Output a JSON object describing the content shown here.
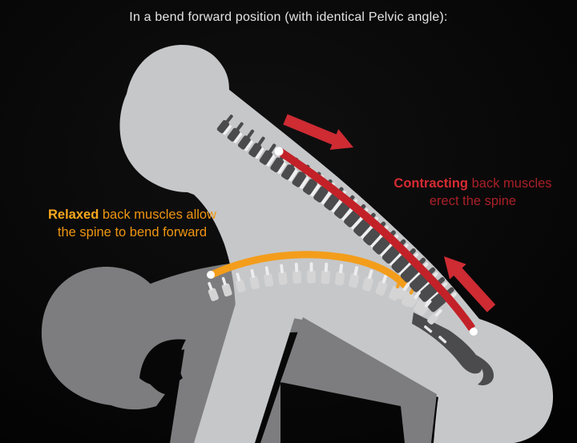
{
  "title": "In a bend forward position (with identical Pelvic angle):",
  "left_label": {
    "emphasis": "Relaxed",
    "rest": " back muscles allow",
    "line2": "the spine to bend forward"
  },
  "right_label": {
    "emphasis": "Contracting",
    "rest": " back muscles",
    "line2": "erect the spine"
  },
  "figures": {
    "relaxed_figure": "dark gray silhouette bent fully forward",
    "erect_figure": "light gray silhouette with contracted back muscles",
    "relaxed_muscle_band": "orange curve along relaxed spine",
    "contracting_muscle_band": "red curve along erect spine"
  },
  "colors": {
    "bg": "#0a0a0a",
    "light_body": "#c6c7c9",
    "dark_body": "#7d7d7f",
    "vert_dark": "#4b4b4d",
    "vert_light": "#d4d4d5",
    "vert_white": "#ededee",
    "disc_white": "#efefef",
    "red_band": "#c32128",
    "arrow_red": "#ce2b33",
    "orange_band": "#f39d1b",
    "orange_proc": "#f0a028",
    "title_color": "#e4e4e4",
    "orange_text": "#ef9510",
    "orange_emph": "#f7a81d",
    "red_text": "#a92027",
    "red_emph": "#d62b33"
  }
}
